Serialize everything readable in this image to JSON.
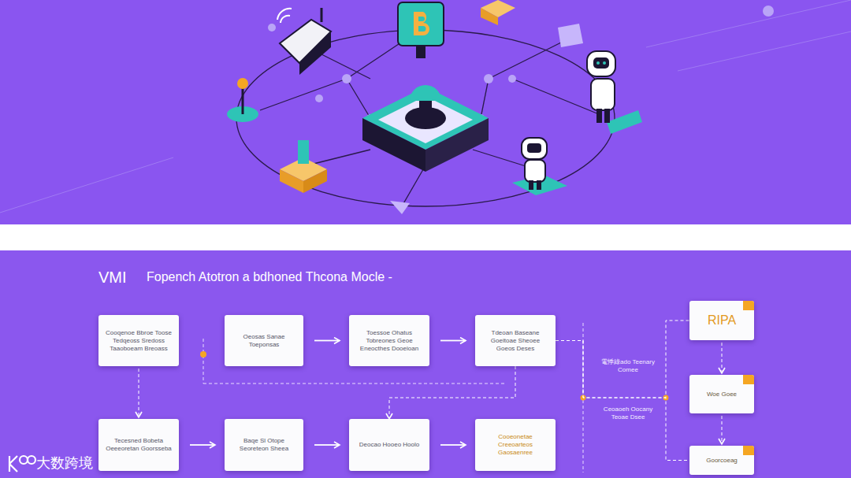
{
  "diagram": {
    "title": "Fopench Atotron a bdhoned Thcona Mocle -",
    "nodes": [
      {
        "text": [
          "Cooqenoe Bbroe Toose Tedqeoss Sredoss Taaoboeam Breoass"
        ]
      },
      {
        "text": [
          "Oeosas Sanae Toeponsas"
        ]
      },
      {
        "text": [
          "Toessoe Ohatus Tobreones Geoe Eneocthes Dooeioan"
        ]
      },
      {
        "text": [
          "Tdeoan Baseane Goeitoae Sheoee Goeos Deses"
        ]
      },
      {
        "text": [
          "Tecesned Bobeta Oeeeoretan Goorsseba"
        ]
      },
      {
        "text": [
          "Baqe Sl Otope Seoreteon Sheea"
        ]
      },
      {
        "text": [
          "Deocao Hooeo Hoolo"
        ]
      },
      {
        "text": [
          "Cooeonetae Creeoarteos Gaosaenree"
        ]
      },
      {
        "text": [
          "RIPA"
        ]
      },
      {
        "text": [
          "Woe Goee"
        ]
      },
      {
        "text": [
          "Goorcoeag"
        ]
      }
    ],
    "edges": [
      {
        "from": 1,
        "to": 2,
        "arrow": "to"
      },
      {
        "from": 2,
        "to": 3,
        "arrow": "to"
      },
      {
        "from": 4,
        "to": 5,
        "arrow": "to"
      },
      {
        "from": 5,
        "to": 6,
        "arrow": "to"
      },
      {
        "from": 6,
        "to": 7,
        "arrow": "to"
      },
      {
        "from": 0,
        "to": 4,
        "arrow": "to"
      },
      {
        "from": 3,
        "to": 6,
        "arrow": "to"
      },
      {
        "from": 3,
        "to": 8,
        "label": "電悸綠ado Teenary Comee",
        "arrow": "none"
      },
      {
        "from": 3,
        "to": 10,
        "label": "Ceoaoeh Oocany Teoae Dsee",
        "arrow": "none"
      },
      {
        "from": 8,
        "to": 9,
        "arrow": "to"
      },
      {
        "from": 9,
        "to": 10,
        "arrow": "to"
      }
    ],
    "labels": [
      "VMI",
      "大数跨境"
    ]
  }
}
